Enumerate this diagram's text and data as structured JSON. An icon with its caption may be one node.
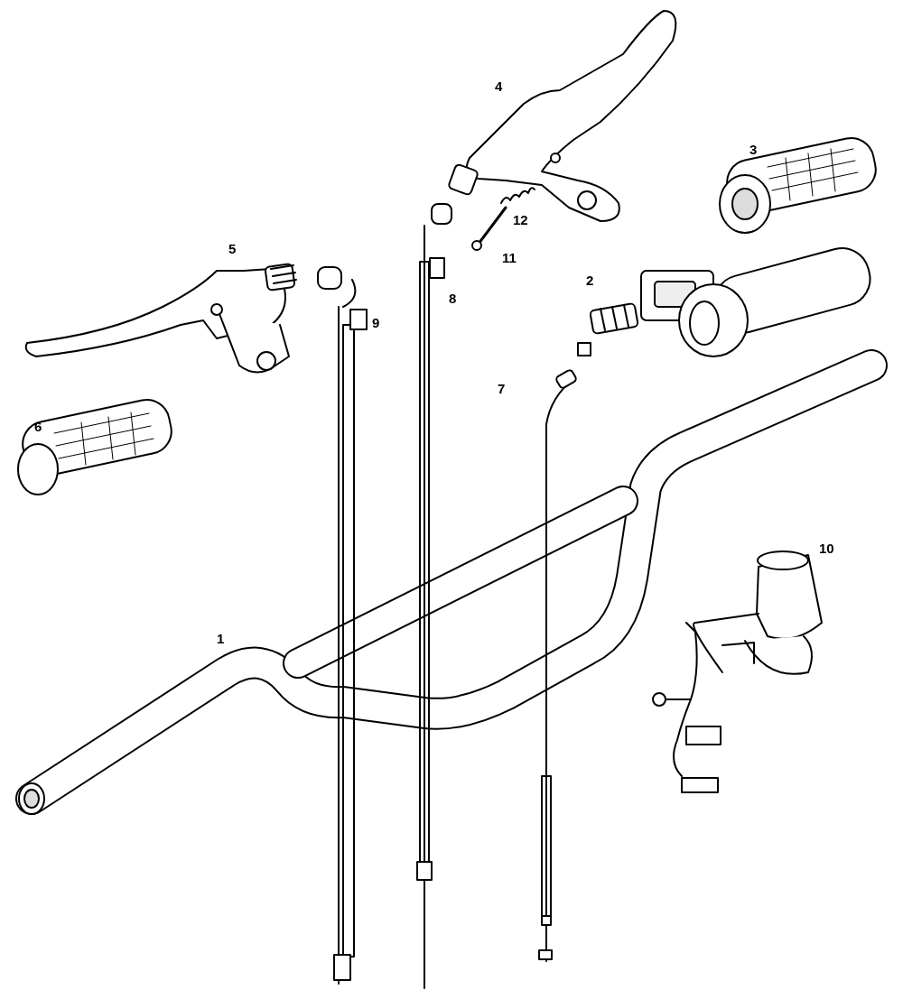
{
  "diagram": {
    "labels": [
      "4",
      "3",
      "12",
      "5",
      "11",
      "2",
      "8",
      "9",
      "7",
      "6",
      "10",
      "1"
    ]
  }
}
